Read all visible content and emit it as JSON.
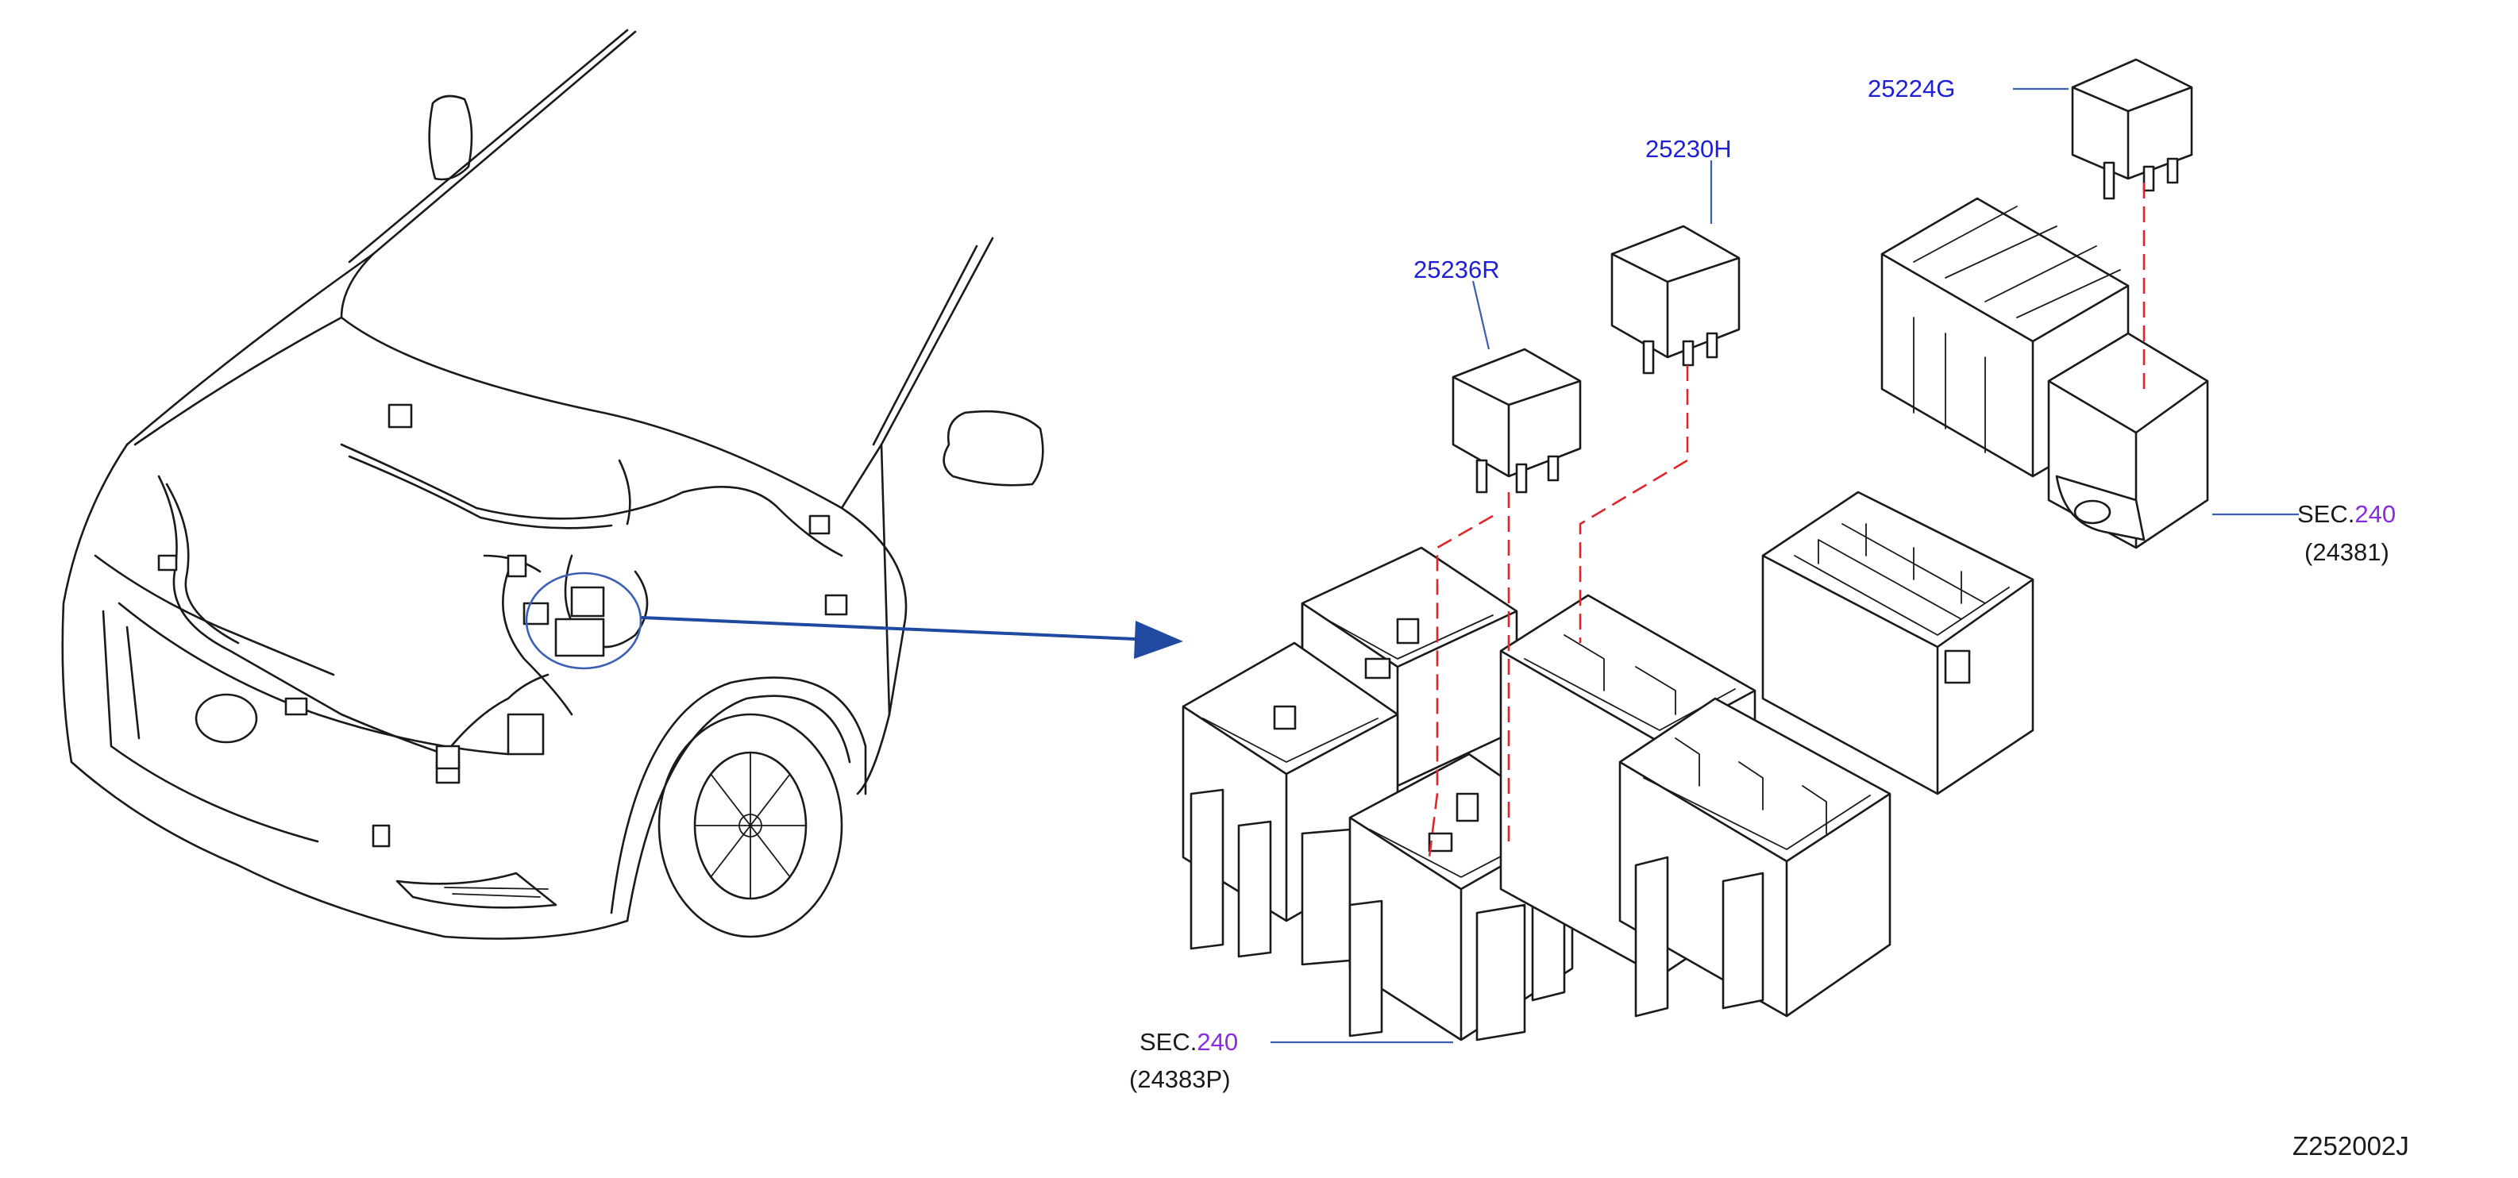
{
  "colors": {
    "line": "#1a1a1a",
    "part_number": "#1f1fd6",
    "section_number": "#8a2be2",
    "dashed_guide": "#e0262a",
    "callout_arrow": "#1f4aa0",
    "leader": "#3a5fb5"
  },
  "callouts": {
    "relay_25224g": "25224G",
    "relay_25230h": "25230H",
    "relay_25236r": "25236R",
    "sec_upper": {
      "prefix": "SEC.",
      "number": "240",
      "part": "(24381)"
    },
    "sec_lower": {
      "prefix": "SEC.",
      "number": "240",
      "part": "(24383P)"
    }
  },
  "diagram_code": "Z252002J"
}
